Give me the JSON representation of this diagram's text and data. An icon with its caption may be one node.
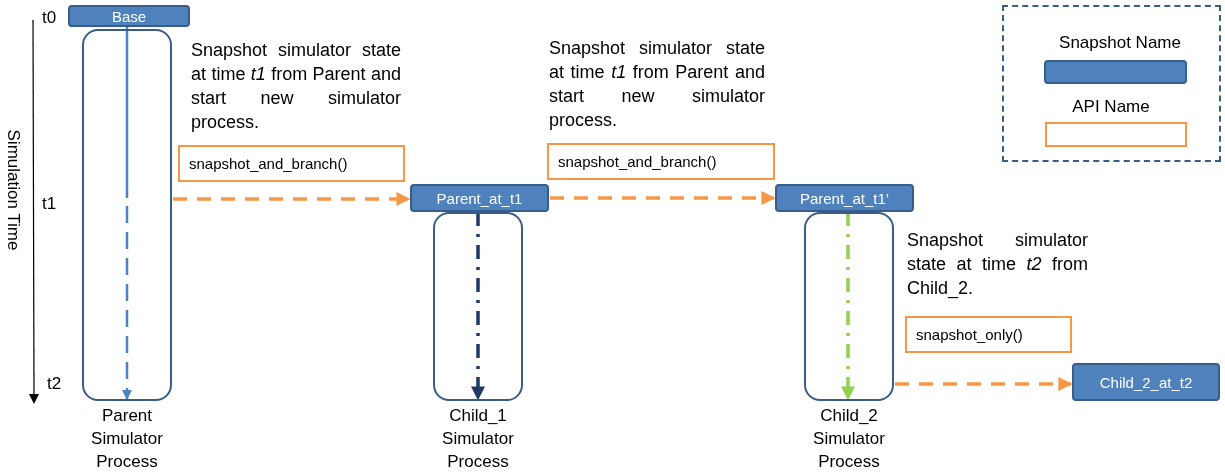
{
  "diagram": {
    "nodes": [
      {
        "text": [
          "Base"
        ]
      },
      {
        "text": [
          "Parent Simulator Process"
        ]
      },
      {
        "text": [
          "Parent_at_t1"
        ]
      },
      {
        "text": [
          "Child_1 Simulator Process"
        ]
      },
      {
        "text": [
          "Parent_at_t1’"
        ]
      },
      {
        "text": [
          "Child_2 Simulator Process"
        ]
      },
      {
        "text": [
          "Child_2_at_t2"
        ]
      },
      {
        "text": [
          "snapshot_and_branch()"
        ]
      },
      {
        "text": [
          "snapshot_and_branch()"
        ]
      },
      {
        "text": [
          "snapshot_only()"
        ]
      }
    ],
    "edges": [
      {
        "from": 0,
        "to": 1,
        "arrow": "to",
        "style": "dashed",
        "color": "#4f81bd"
      },
      {
        "from": 1,
        "to": 2,
        "arrow": "to",
        "style": "dashed"
      },
      {
        "from": 2,
        "to": 4,
        "arrow": "to",
        "style": "dashed"
      },
      {
        "from": 2,
        "to": 3,
        "arrow": "to",
        "style": "dashed",
        "color": "#1f3864"
      },
      {
        "from": 4,
        "to": 5,
        "arrow": "to",
        "style": "dashed",
        "color": "#92d050"
      },
      {
        "from": 5,
        "to": 6,
        "arrow": "to",
        "style": "dashed"
      }
    ],
    "labels": [
      "t0",
      "Snapshot simulator state at time *t1* from Parent and start new simulator process.",
      "Snapshot simulator state at time *t1* from Parent and start new simulator process.",
      "t1",
      "Snapshot simulator state at time *t2* from Child_2.",
      "t2",
      "Simulation Time"
    ],
    "legend": [
      {
        "text": "Snapshot Name",
        "color": "#4f81bd"
      },
      {
        "text": "API Name"
      }
    ]
  }
}
